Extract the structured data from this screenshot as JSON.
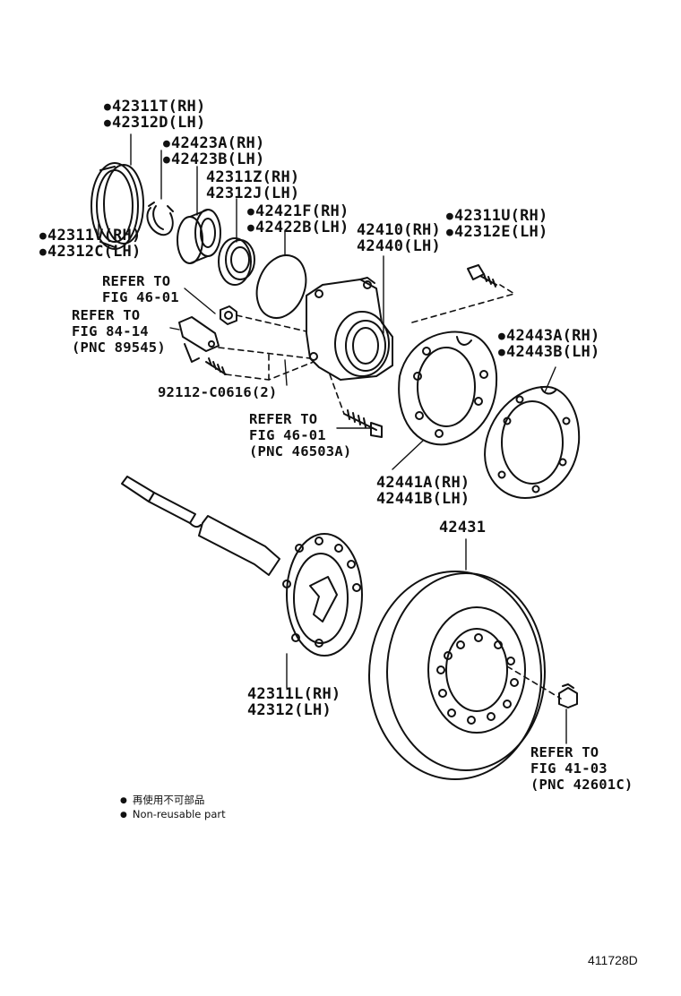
{
  "labels": {
    "seal_outer_rh": "42311T(RH)",
    "seal_outer_lh": "42312D(LH)",
    "snap_ring_rh": "42423A(RH)",
    "snap_ring_lh": "42423B(LH)",
    "plate_rh": "42311Z(RH)",
    "plate_lh": "42312J(LH)",
    "o_ring_rh": "42421F(RH)",
    "o_ring_lh": "42422B(LH)",
    "hub_rh": "42410(RH)",
    "hub_lh": "42440(LH)",
    "bolt_top_rh": "42311U(RH)",
    "bolt_top_lh": "42312E(LH)",
    "seal_inner_rh": "42311V(RH)",
    "seal_inner_lh": "42312C(LH)",
    "gasket_rh": "42443A(RH)",
    "gasket_lh": "42443B(LH)",
    "backing_plate_rh": "42441A(RH)",
    "backing_plate_lh": "42441B(LH)",
    "disc": "42431",
    "axle_shaft_rh": "42311L(RH)",
    "axle_shaft_lh": "42312(LH)",
    "stud_bolt": "92112-C0616(2)"
  },
  "refs": {
    "ref_nut_1": "REFER TO",
    "ref_nut_2": "FIG 46-01",
    "ref_sensor_1": "REFER TO",
    "ref_sensor_2": "FIG 84-14",
    "ref_sensor_3": "(PNC 89545)",
    "ref_bolt_1": "REFER TO",
    "ref_bolt_2": "FIG 46-01",
    "ref_bolt_3": "(PNC 46503A)",
    "ref_lugnut_1": "REFER TO",
    "ref_lugnut_2": "FIG 41-03",
    "ref_lugnut_3": "(PNC 42601C)"
  },
  "legend": {
    "jp": "再使用不可部品",
    "en": "Non-reusable part"
  },
  "figure_id": "411728D"
}
